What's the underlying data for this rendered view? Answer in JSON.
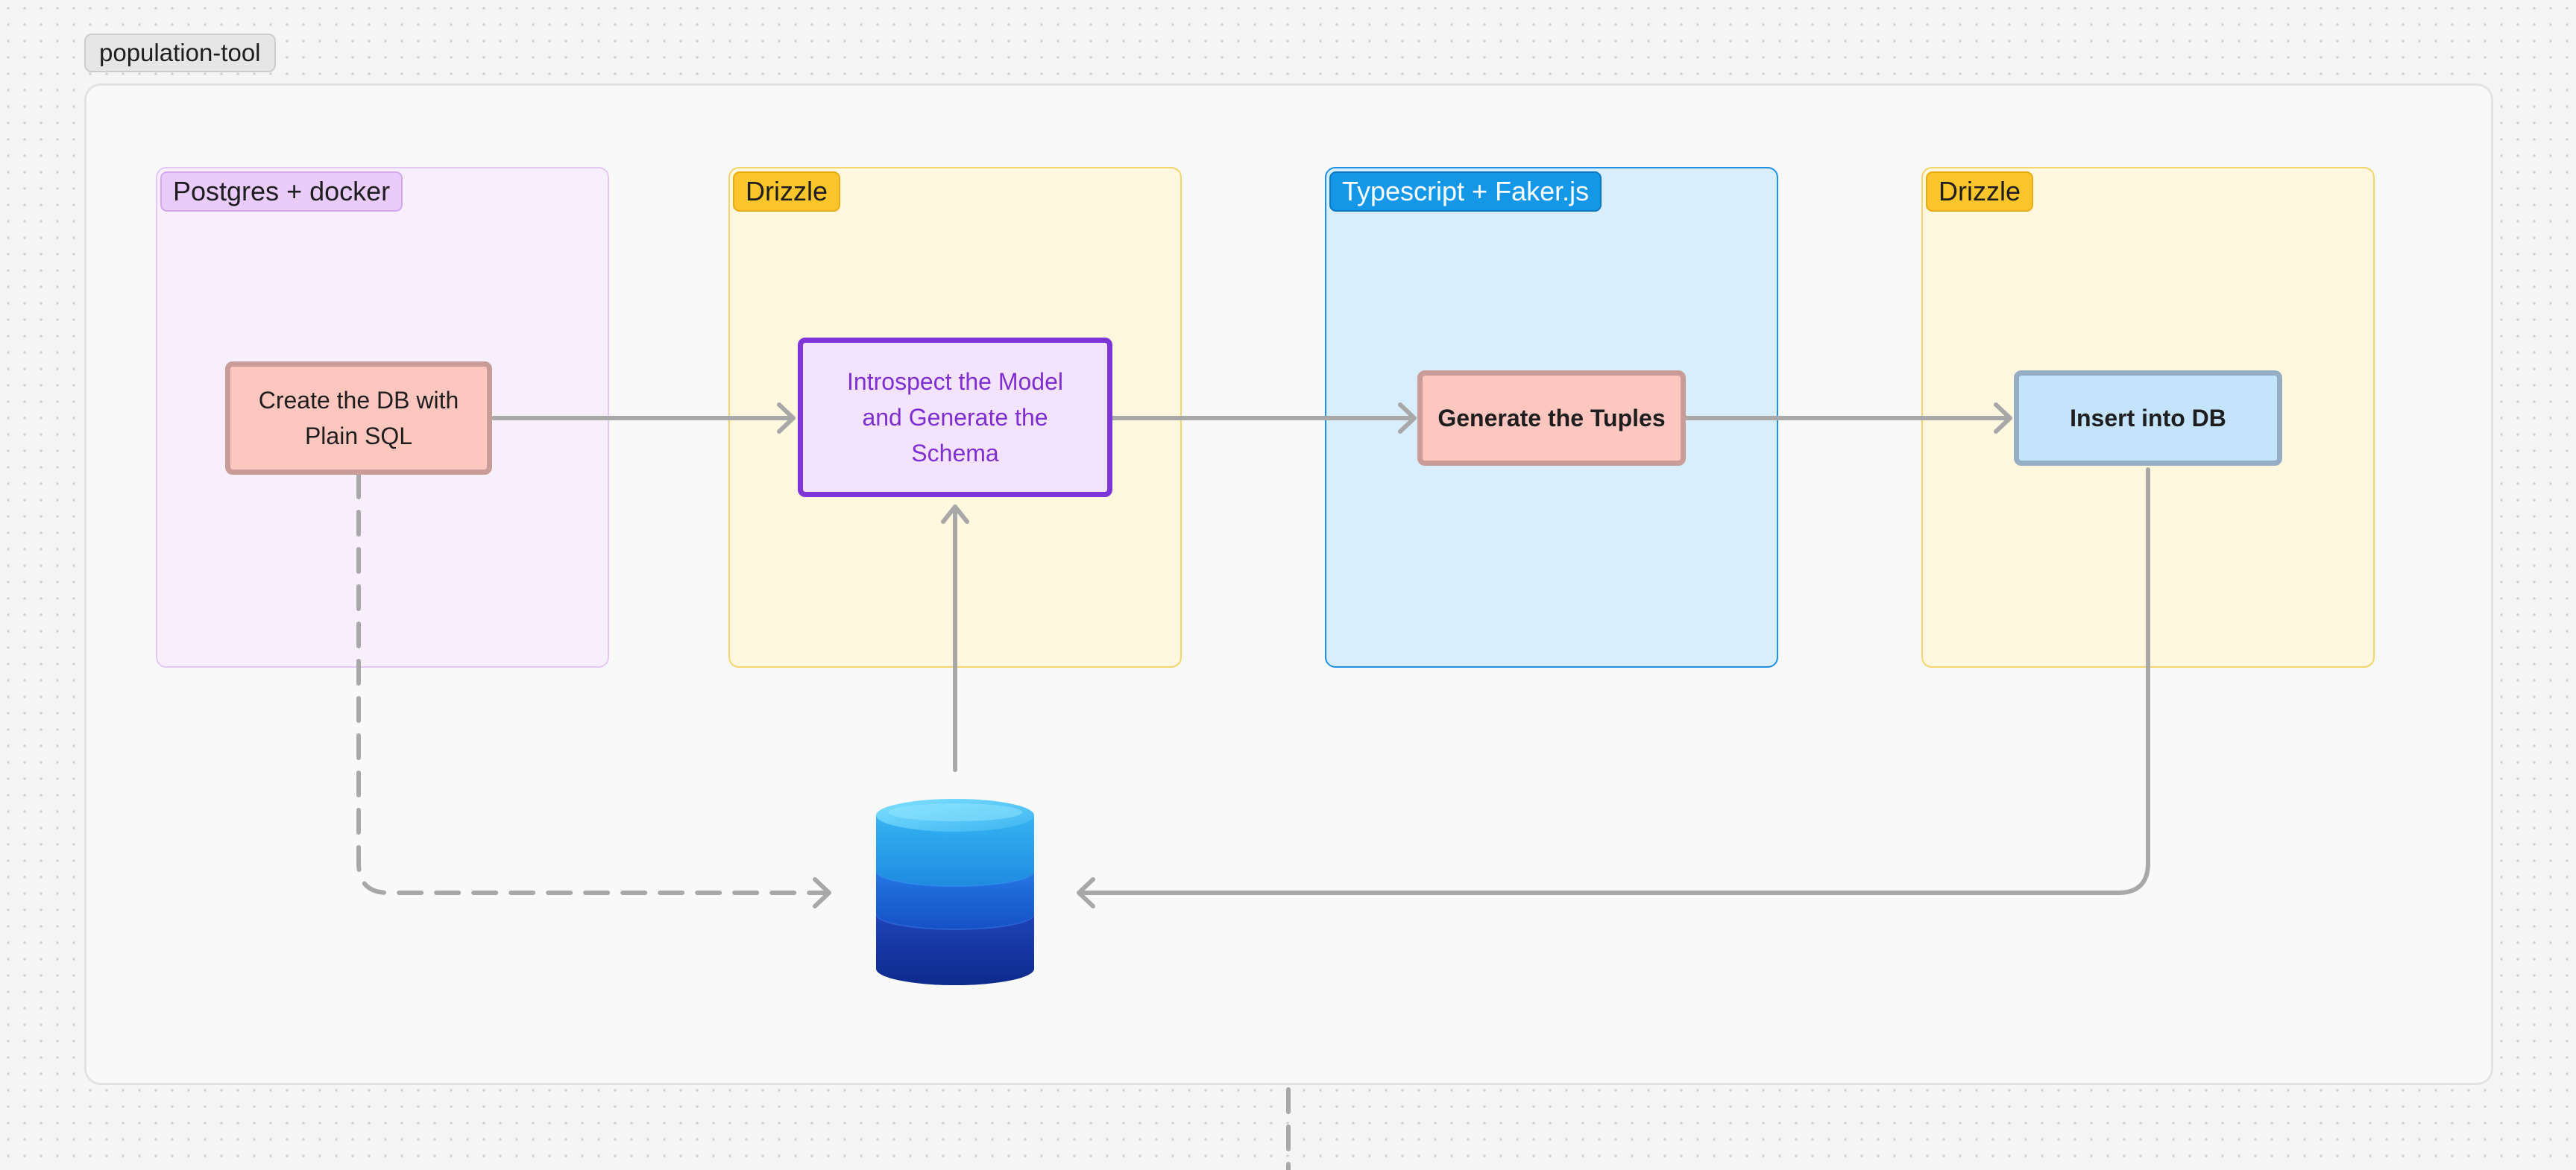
{
  "frame": {
    "label": "population-tool"
  },
  "sections": {
    "postgres": {
      "label": "Postgres + docker"
    },
    "drizzle_1": {
      "label": "Drizzle"
    },
    "typescript": {
      "label": "Typescript + Faker.js"
    },
    "drizzle_2": {
      "label": "Drizzle"
    }
  },
  "nodes": {
    "create_db": {
      "label": "Create the DB with Plain SQL"
    },
    "introspect": {
      "label": "Introspect the Model and Generate the Schema"
    },
    "generate_tuples": {
      "label": "Generate the Tuples"
    },
    "insert_db": {
      "label": "Insert into DB"
    }
  },
  "database": {
    "icon": "database-icon"
  },
  "colors": {
    "canvas_background": "#f5f5f5",
    "connector": "#a8a8a8",
    "purple_accent": "#7e36d9",
    "yellow_tag": "#fcc52b",
    "blue_tag": "#1597e8",
    "red_node": "#fdc6bf",
    "blue_node": "#c3e4fb"
  }
}
